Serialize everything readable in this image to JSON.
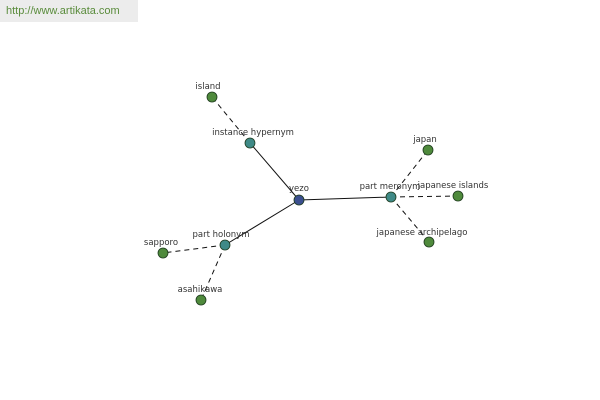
{
  "site": {
    "url": "http://www.artikata.com"
  },
  "colors": {
    "center": "#3b4f8f",
    "relation": "#3f8a87",
    "leaf": "#4f8a3c",
    "link": "#5a8c3c"
  },
  "nodes": [
    {
      "id": "yezo",
      "label": "yezo",
      "kind": "center"
    },
    {
      "id": "instance_hypernym",
      "label": "instance hypernym",
      "kind": "relation"
    },
    {
      "id": "part_meronym",
      "label": "part meronym",
      "kind": "relation"
    },
    {
      "id": "part_holonym",
      "label": "part holonym",
      "kind": "relation"
    },
    {
      "id": "island",
      "label": "island",
      "kind": "leaf"
    },
    {
      "id": "japan",
      "label": "japan",
      "kind": "leaf"
    },
    {
      "id": "japanese_islands",
      "label": "japanese islands",
      "kind": "leaf"
    },
    {
      "id": "japanese_archipelago",
      "label": "japanese archipelago",
      "kind": "leaf"
    },
    {
      "id": "sapporo",
      "label": "sapporo",
      "kind": "leaf"
    },
    {
      "id": "asahikawa",
      "label": "asahikawa",
      "kind": "leaf"
    }
  ],
  "edges": [
    {
      "from": "yezo",
      "to": "instance_hypernym",
      "style": "solid"
    },
    {
      "from": "yezo",
      "to": "part_meronym",
      "style": "solid"
    },
    {
      "from": "yezo",
      "to": "part_holonym",
      "style": "solid"
    },
    {
      "from": "instance_hypernym",
      "to": "island",
      "style": "dashed"
    },
    {
      "from": "part_meronym",
      "to": "japan",
      "style": "dashed"
    },
    {
      "from": "part_meronym",
      "to": "japanese_islands",
      "style": "dashed"
    },
    {
      "from": "part_meronym",
      "to": "japanese_archipelago",
      "style": "dashed"
    },
    {
      "from": "part_holonym",
      "to": "sapporo",
      "style": "dashed"
    },
    {
      "from": "part_holonym",
      "to": "asahikawa",
      "style": "dashed"
    }
  ]
}
